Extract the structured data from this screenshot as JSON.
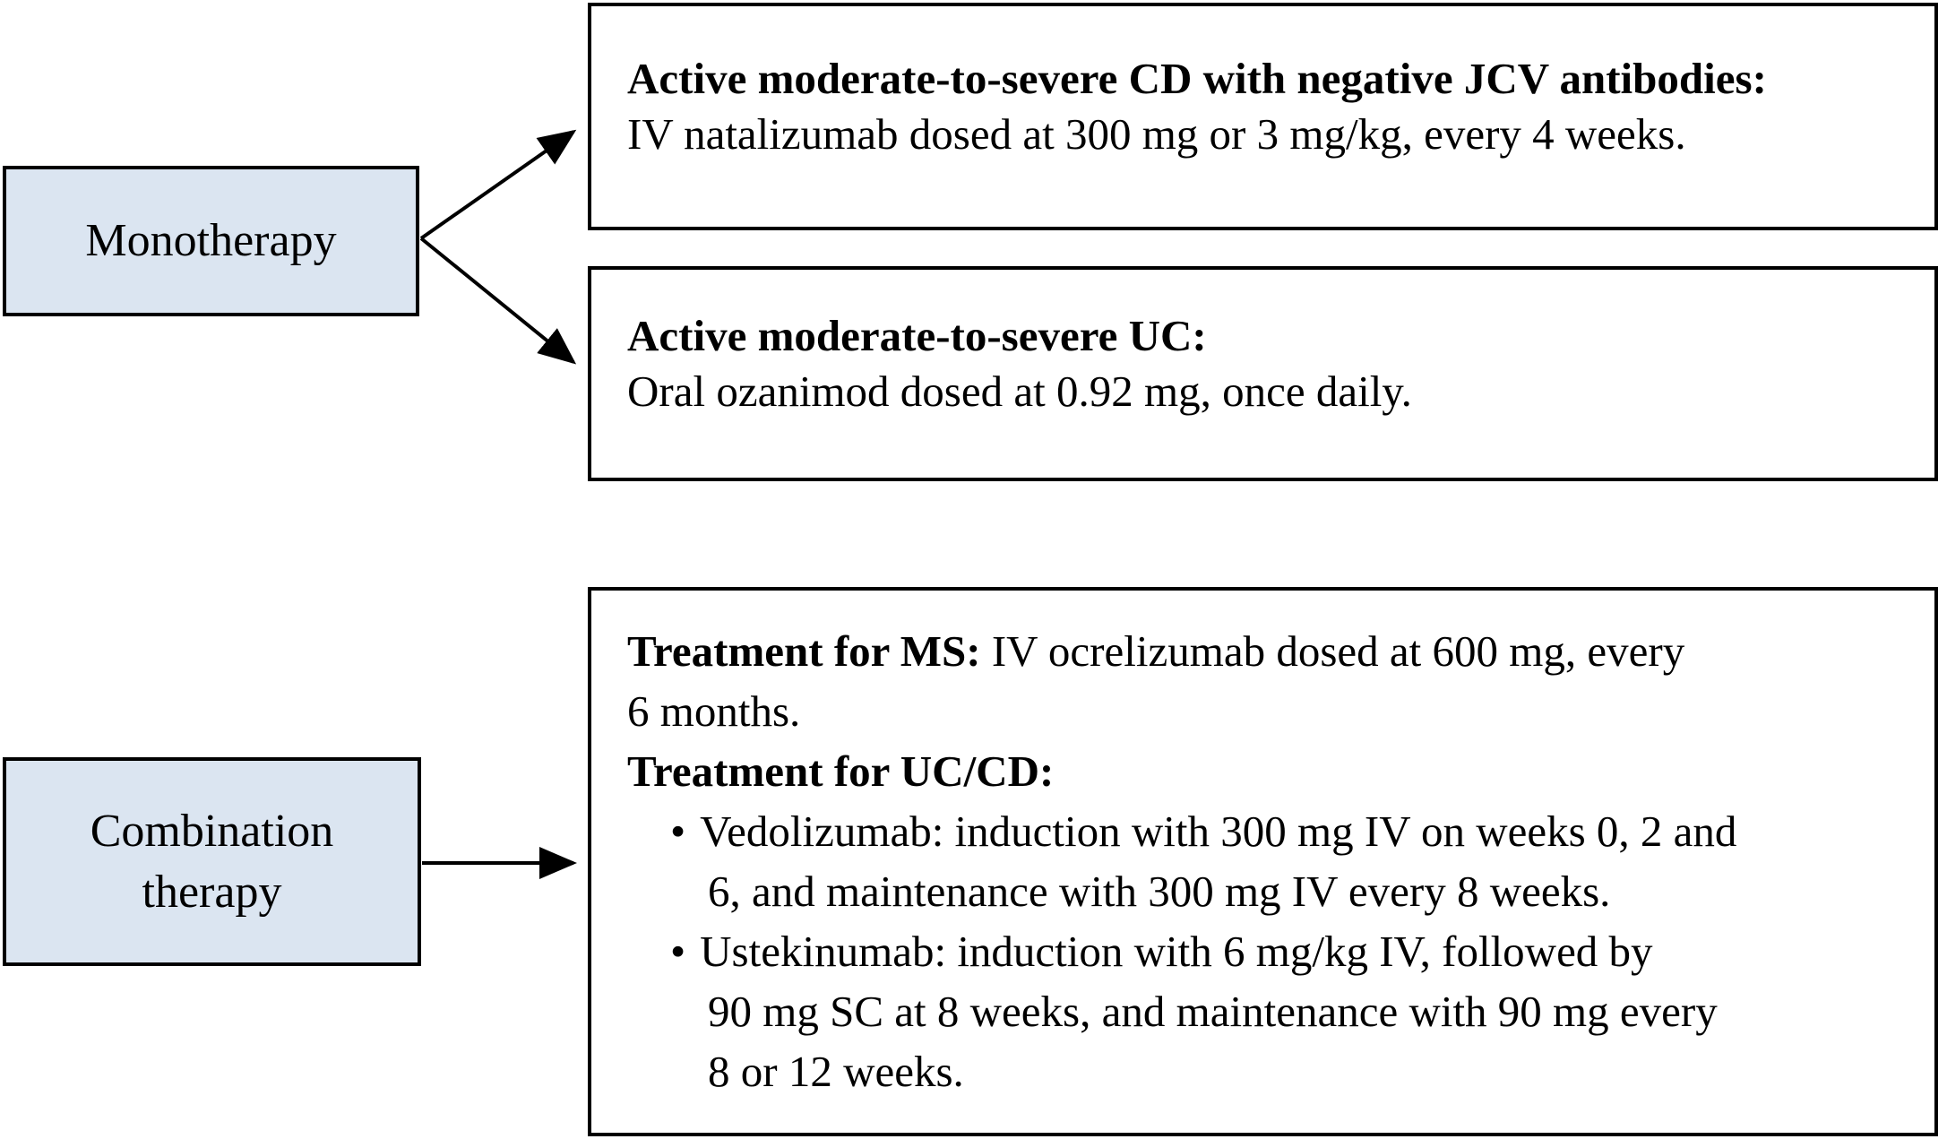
{
  "colors": {
    "box_fill_blue": "#dbe5f1",
    "border": "#000000",
    "background": "#ffffff"
  },
  "left_column": {
    "monotherapy": {
      "label": "Monotherapy"
    },
    "combination": {
      "line1": "Combination",
      "line2": "therapy"
    }
  },
  "monotherapy_targets": {
    "cd_box": {
      "heading": "Active moderate-to-severe CD with negative JCV antibodies:",
      "body": "IV natalizumab dosed at 300 mg or 3 mg/kg, every 4 weeks."
    },
    "uc_box": {
      "heading": "Active moderate-to-severe UC:",
      "body": "Oral ozanimod dosed at 0.92 mg, once daily."
    }
  },
  "combination_box": {
    "ms_label": "Treatment for MS:",
    "ms_text": " IV ocrelizumab dosed at 600 mg, every",
    "ms_text_line2": "6 months.",
    "uccd_label": "Treatment for UC/CD:",
    "bullets": [
      {
        "glyph": "•",
        "lines": [
          "Vedolizumab: induction with 300 mg IV on weeks 0, 2 and",
          "6, and maintenance with 300 mg IV every 8 weeks."
        ]
      },
      {
        "glyph": "•",
        "lines": [
          "Ustekinumab: induction with 6 mg/kg IV, followed by",
          "90 mg SC at 8 weeks, and maintenance with 90 mg every",
          "8 or 12 weeks."
        ]
      }
    ]
  }
}
